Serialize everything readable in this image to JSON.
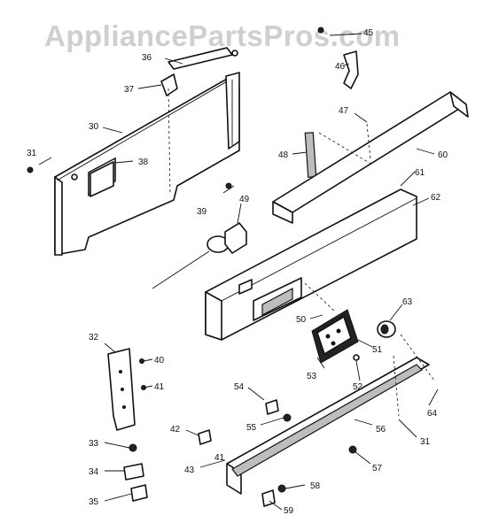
{
  "watermark": "AppliancePartsPros.com",
  "callouts": {
    "c30": "30",
    "c31a": "31",
    "c31b": "31",
    "c32": "32",
    "c33": "33",
    "c34": "34",
    "c35": "35",
    "c36": "36",
    "c37": "37",
    "c38": "38",
    "c39": "39",
    "c40": "40",
    "c41a": "41",
    "c41b": "41",
    "c42": "42",
    "c43": "43",
    "c45": "45",
    "c46": "46",
    "c47": "47",
    "c48": "48",
    "c49": "49",
    "c50": "50",
    "c51": "51",
    "c52": "52",
    "c53": "53",
    "c54": "54",
    "c55": "55",
    "c56": "56",
    "c57": "57",
    "c58": "58",
    "c59": "59",
    "c60": "60",
    "c61": "61",
    "c62": "62",
    "c63": "63",
    "c64": "64"
  }
}
